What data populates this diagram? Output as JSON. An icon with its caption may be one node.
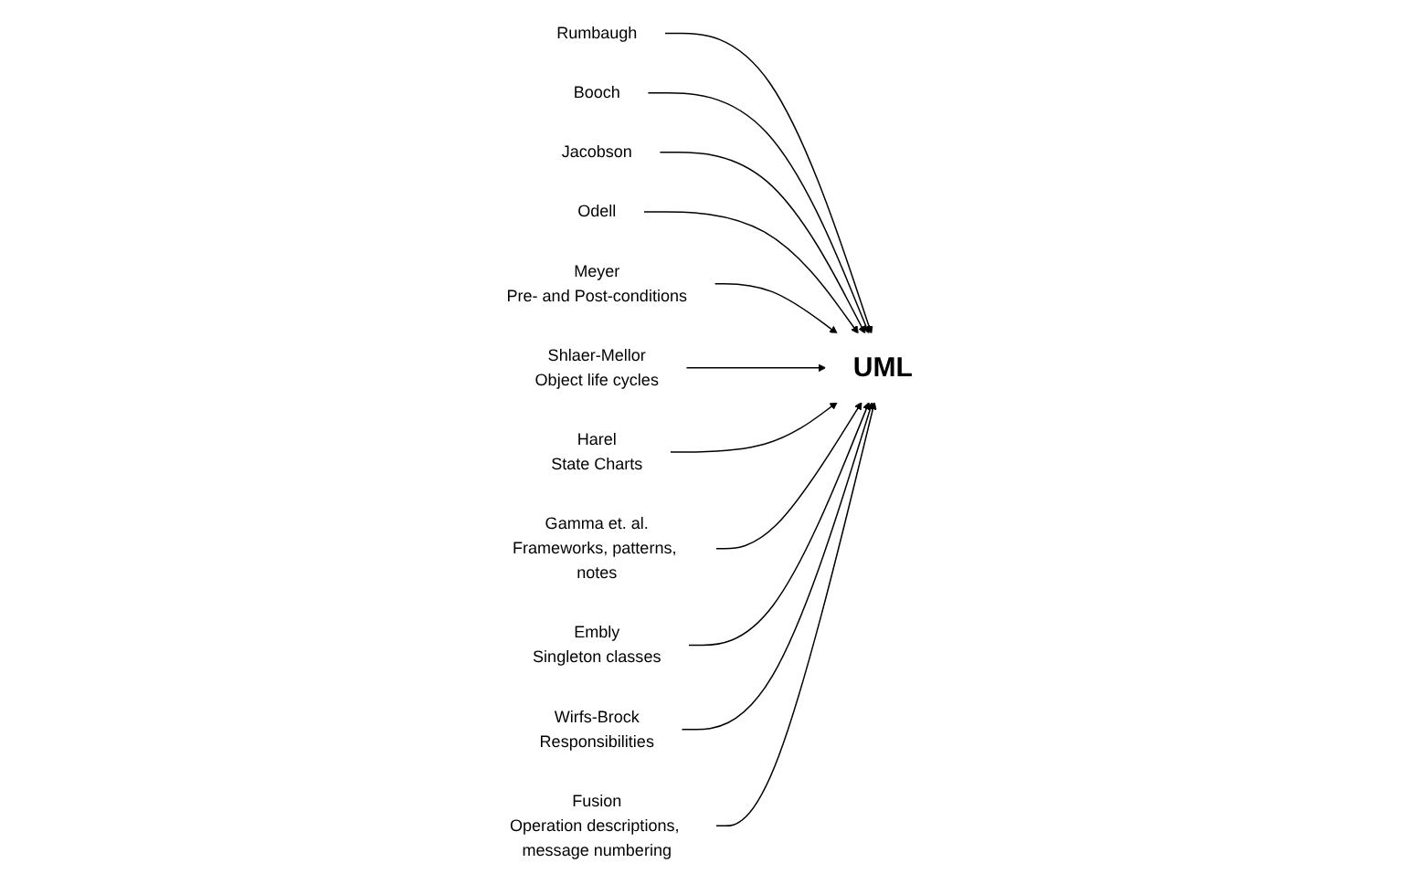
{
  "diagram": {
    "nodes": [
      {
        "text": [
          "Rumbaugh"
        ]
      },
      {
        "text": [
          "Booch"
        ]
      },
      {
        "text": [
          "Jacobson"
        ]
      },
      {
        "text": [
          "Odell"
        ]
      },
      {
        "text": [
          "Meyer",
          "Pre- and Post-conditions"
        ]
      },
      {
        "text": [
          "Shlaer-Mellor",
          "Object life cycles"
        ]
      },
      {
        "text": [
          "UML"
        ]
      },
      {
        "text": [
          "Harel",
          "State Charts"
        ]
      },
      {
        "text": [
          "Gamma et. al.",
          "Frameworks, patterns, notes"
        ]
      },
      {
        "text": [
          "Embly",
          "Singleton classes"
        ]
      },
      {
        "text": [
          "Wirfs-Brock",
          "Responsibilities"
        ]
      },
      {
        "text": [
          "Fusion",
          "Operation descriptions, message numbering"
        ]
      }
    ],
    "edges": [
      {
        "from": 0,
        "to": 6,
        "arrow": "to"
      },
      {
        "from": 1,
        "to": 6,
        "arrow": "to"
      },
      {
        "from": 2,
        "to": 6,
        "arrow": "to"
      },
      {
        "from": 3,
        "to": 6,
        "arrow": "to"
      },
      {
        "from": 4,
        "to": 6,
        "arrow": "to"
      },
      {
        "from": 5,
        "to": 6,
        "arrow": "to"
      },
      {
        "from": 7,
        "to": 6,
        "arrow": "to"
      },
      {
        "from": 8,
        "to": 6,
        "arrow": "to"
      },
      {
        "from": 9,
        "to": 6,
        "arrow": "to"
      },
      {
        "from": 10,
        "to": 6,
        "arrow": "to"
      },
      {
        "from": 11,
        "to": 6,
        "arrow": "to"
      }
    ]
  }
}
